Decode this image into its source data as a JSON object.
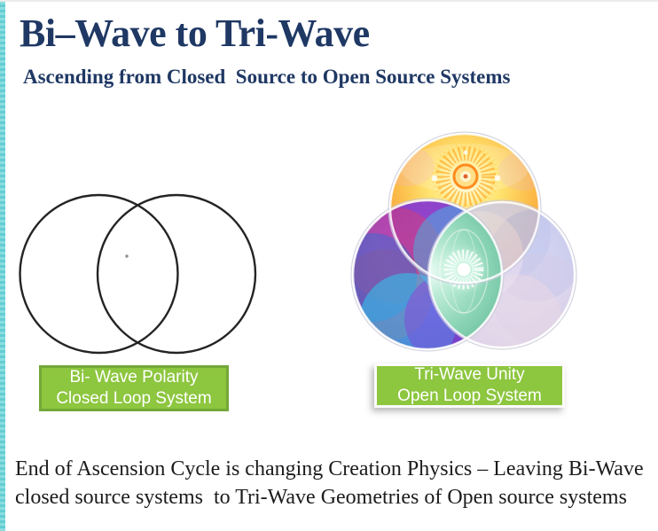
{
  "header": {
    "title": "Bi–Wave to Tri-Wave",
    "subtitle": "Ascending from Closed  Source to Open Source Systems"
  },
  "figures": {
    "bi_wave": {
      "label": "Bi- Wave Polarity\nClosed Loop System",
      "diagram": "venn-two-outlined-circles"
    },
    "tri_wave": {
      "label": "Tri-Wave Unity\nOpen Loop System",
      "diagram": "trefoil-three-glass-circles"
    }
  },
  "footer": {
    "text": "End of Ascension Cycle is changing Creation Physics – Leaving Bi-Wave\nclosed source systems  to Tri-Wave Geometries of Open source systems"
  },
  "colors": {
    "accent_stripe": "#6fd2d6",
    "heading_text": "#1f3864",
    "label_fill": "#8dc63f",
    "label_border_left": "#74a839",
    "label_border_right": "#fbfbfb",
    "label_text": "#ffffff",
    "body_text": "#1c1c1c",
    "background": "#ffffff",
    "trefoil_top": "#f6b545",
    "trefoil_bottom_left": "#7e3fd4",
    "trefoil_bottom_right": "#ddd6ee",
    "trefoil_core": "#86d4b2"
  }
}
